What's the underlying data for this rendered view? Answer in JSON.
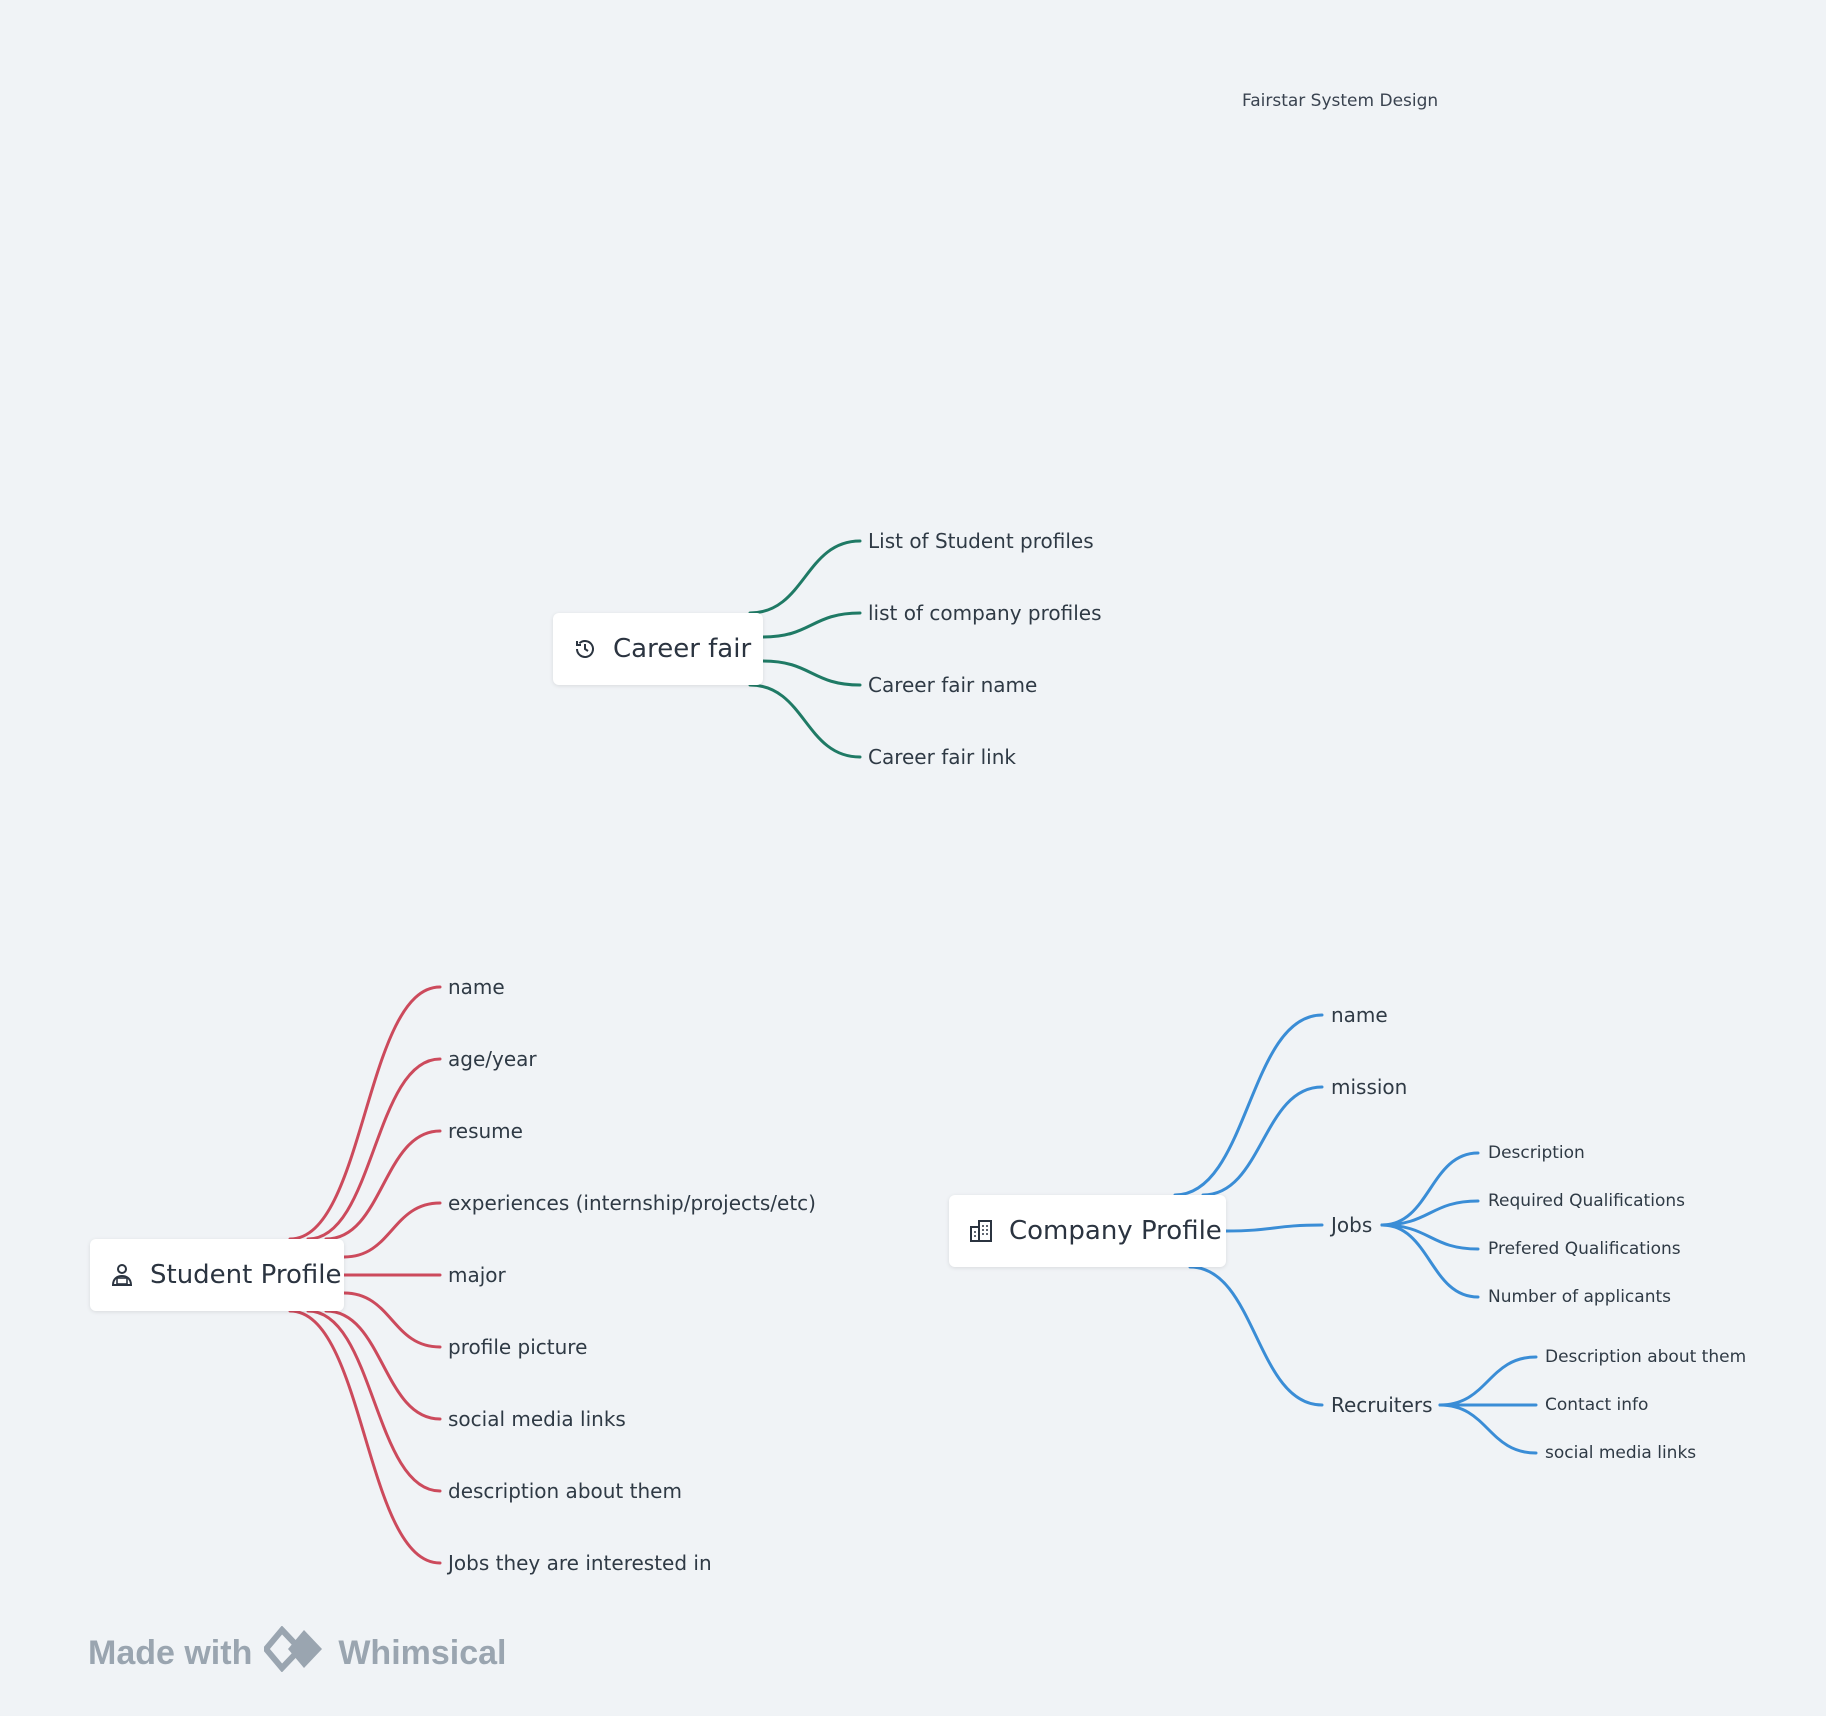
{
  "board": {
    "title": "Fairstar System Design"
  },
  "colors": {
    "career": "#1f7a65",
    "student": "#cc4a5c",
    "company": "#3a8dd6"
  },
  "career_fair": {
    "label": "Career fair",
    "icon": "history-clock-icon",
    "children": [
      "List of Student profiles",
      "list of company profiles",
      "Career fair name",
      "Career fair link"
    ]
  },
  "student_profile": {
    "label": "Student Profile",
    "icon": "person-icon",
    "children": [
      "name",
      "age/year",
      "resume",
      "experiences (internship/projects/etc)",
      "major",
      "profile picture",
      "social media links",
      "description about them",
      "Jobs they are interested in"
    ]
  },
  "company_profile": {
    "label": "Company Profile",
    "icon": "building-icon",
    "children": [
      "name",
      "mission",
      "Jobs",
      "Recruiters"
    ],
    "jobs": [
      "Description",
      "Required Qualifications",
      "Prefered Qualifications",
      "Number of applicants"
    ],
    "recruiters": [
      "Description about them",
      "Contact info",
      "social media links"
    ]
  },
  "footer": {
    "made_with": "Made with",
    "brand": "Whimsical",
    "brand_icon": "whimsical-logo-icon"
  }
}
